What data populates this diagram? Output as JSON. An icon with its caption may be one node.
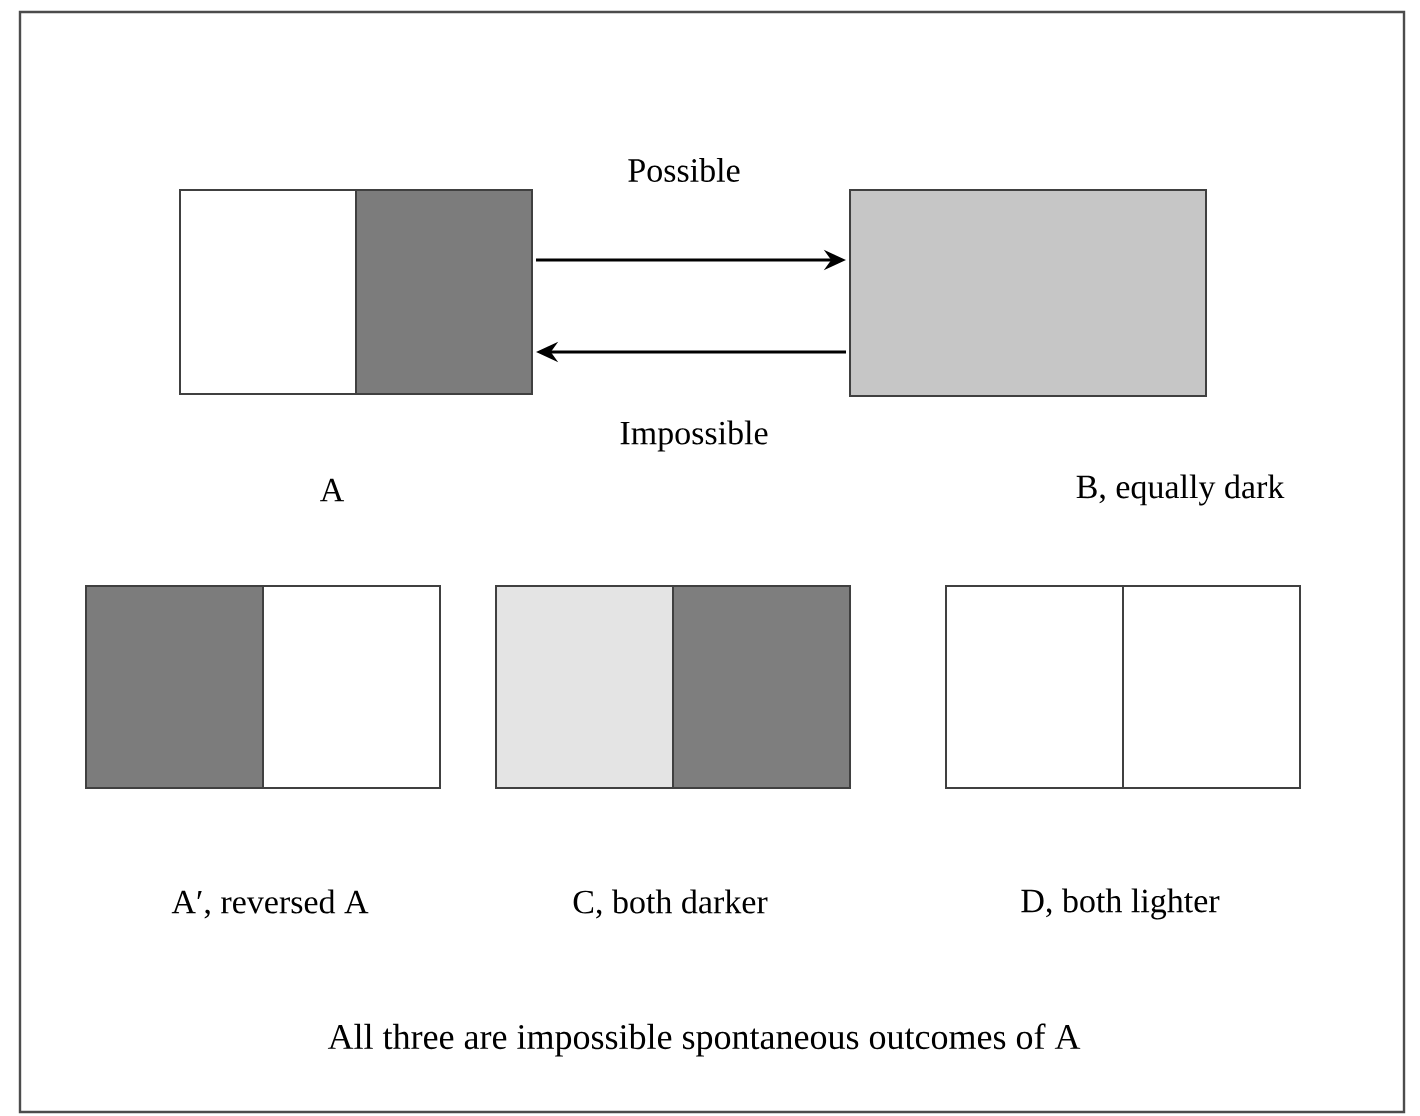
{
  "diagram": {
    "caption": "All three are impossible spontaneous outcomes of A",
    "nodes": [
      {
        "text": [],
        "shape": "box",
        "beside": [
          "A"
        ]
      },
      {
        "text": [],
        "shape": "box",
        "beside": [
          "B, equally dark"
        ]
      },
      {
        "text": [],
        "shape": "box",
        "beside": [
          "A′, reversed A"
        ]
      },
      {
        "text": [],
        "shape": "box",
        "beside": [
          "C, both darker"
        ]
      },
      {
        "text": [],
        "shape": "box",
        "beside": [
          "D, both lighter"
        ]
      }
    ],
    "edges": [
      {
        "from": 0,
        "to": 1,
        "arrow": "to",
        "label": "Possible"
      },
      {
        "from": 1,
        "to": 0,
        "arrow": "to",
        "label": "Impossible"
      }
    ]
  }
}
